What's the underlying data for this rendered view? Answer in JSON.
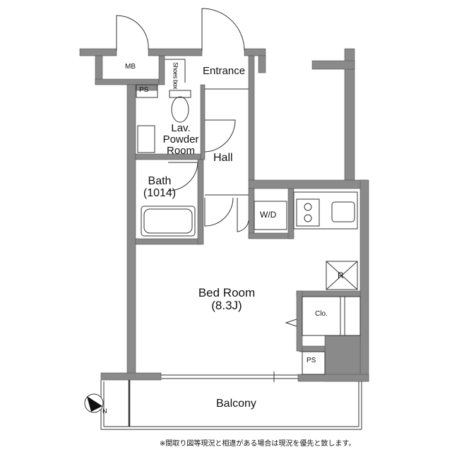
{
  "rooms": {
    "mb": "MB",
    "shoes_box": "Shoes box",
    "entrance": "Entrance",
    "ps_top": "PS",
    "lavatory": [
      "Lav.",
      "Powder",
      "Room"
    ],
    "hall": "Hall",
    "bath": [
      "Bath",
      "(1014)"
    ],
    "wd": "W/D",
    "refrigerator": "R",
    "bedroom": [
      "Bed Room",
      "(8.3J)"
    ],
    "closet": "Clo.",
    "ps_bottom": "PS",
    "balcony": "Balcony"
  },
  "compass": "N",
  "footnote": "※間取り図等現況と相違がある場合は現況を優先と致します。",
  "colors": {
    "wall": "#8a8a8a",
    "wall_edge": "#555555",
    "line": "#333333",
    "background": "#ffffff"
  }
}
